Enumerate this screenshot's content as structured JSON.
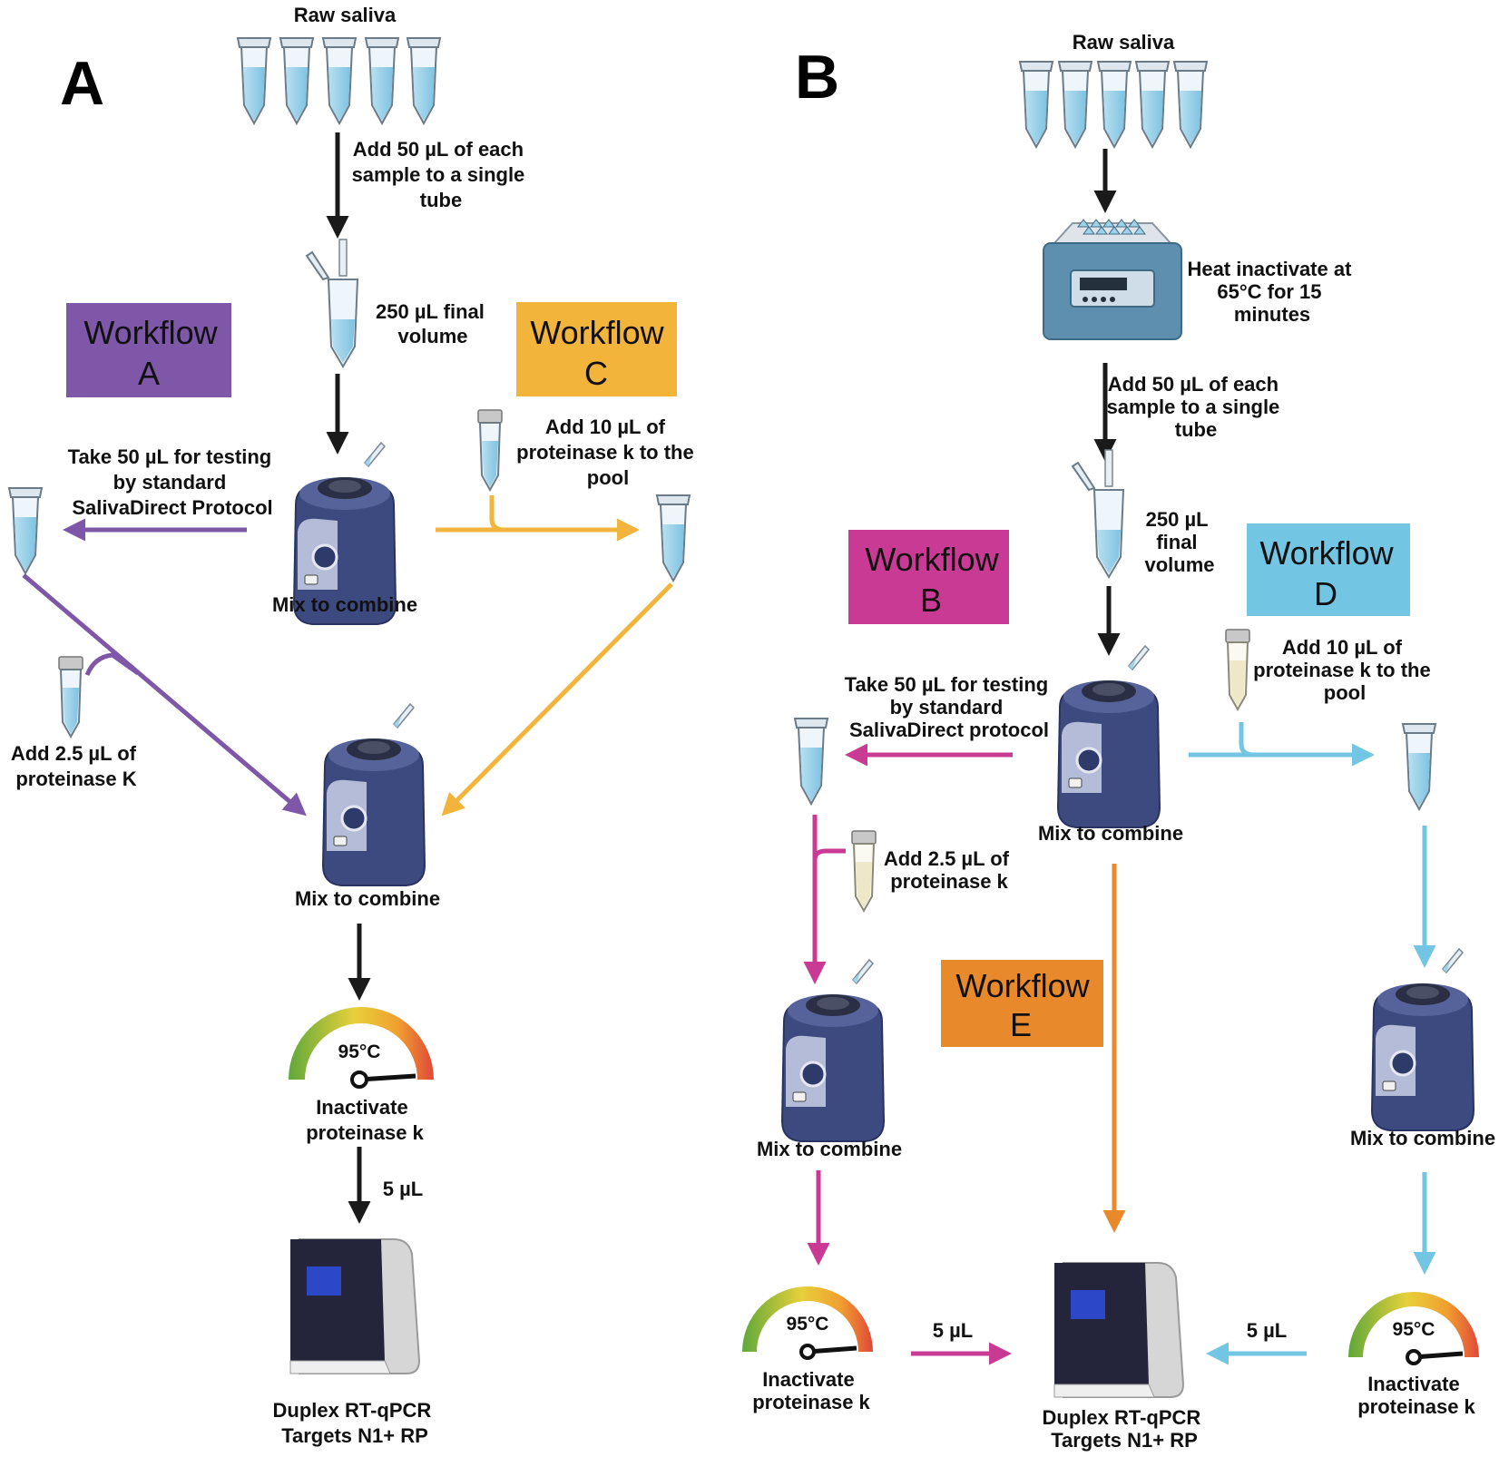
{
  "panel_a": {
    "letter": "A",
    "raw_saliva": "Raw saliva",
    "step_add_each": [
      "Add 50 µL of each",
      "sample to a single",
      "tube"
    ],
    "final_volume": [
      "250 µL final",
      "volume"
    ],
    "workflow_a": [
      "Workflow",
      "A"
    ],
    "workflow_c": [
      "Workflow",
      "C"
    ],
    "take_50": [
      "Take 50 µL for testing",
      "by standard",
      "SalivaDirect Protocol"
    ],
    "add_10_pk": [
      "Add 10 µL of",
      "proteinase k to the",
      "pool"
    ],
    "mix_top": "Mix to combine",
    "add_2_5_pk": [
      "Add  2.5 µL of",
      "proteinase K"
    ],
    "mix_center": "Mix to combine",
    "gauge_temp": "95°C",
    "inactivate": [
      "Inactivate",
      "proteinase k"
    ],
    "five_ul": "5 µL",
    "qpcr": [
      "Duplex RT-qPCR",
      "Targets N1+ RP"
    ]
  },
  "panel_b": {
    "letter": "B",
    "raw_saliva": "Raw saliva",
    "heat": [
      "Heat inactivate at",
      "65°C for 15",
      "minutes"
    ],
    "step_add_each": [
      "Add 50 µL of each",
      "sample to a single",
      "tube"
    ],
    "final_volume": [
      "250 µL",
      "final",
      "volume"
    ],
    "workflow_b": [
      "Workflow",
      "B"
    ],
    "workflow_d": [
      "Workflow",
      "D"
    ],
    "workflow_e": [
      "Workflow",
      "E"
    ],
    "take_50": [
      "Take 50 µL for testing",
      "by standard",
      "SalivaDirect protocol"
    ],
    "add_10_pk": [
      "Add 10 µL of",
      "proteinase k to the",
      "pool"
    ],
    "mix_center": "Mix to combine",
    "add_2_5_pk": [
      "Add  2.5 µL of",
      "proteinase k"
    ],
    "mix_left": "Mix to combine",
    "mix_right": "Mix to combine",
    "gauge_left_temp": "95°C",
    "gauge_right_temp": "95°C",
    "inactivate_left": [
      "Inactivate",
      "proteinase k"
    ],
    "inactivate_right": [
      "Inactivate",
      "proteinase k"
    ],
    "five_ul_left": "5 µL",
    "five_ul_right": "5 µL",
    "qpcr": [
      "Duplex RT-qPCR",
      "Targets N1+ RP"
    ]
  },
  "colors": {
    "workflow_a": "#7e57a8",
    "workflow_c": "#f3b43c",
    "workflow_b": "#c83a93",
    "workflow_d": "#72c6e3",
    "workflow_e": "#e8892b",
    "arrow_black": "#1a1a1a",
    "tube_fill": "#9fd3ea",
    "vortex_body": "#3d4a80"
  },
  "icons": [
    "microtube-icon",
    "vortex-mixer-icon",
    "heat-block-icon",
    "temperature-gauge-icon",
    "qpcr-machine-icon",
    "pipette-tip-icon"
  ]
}
